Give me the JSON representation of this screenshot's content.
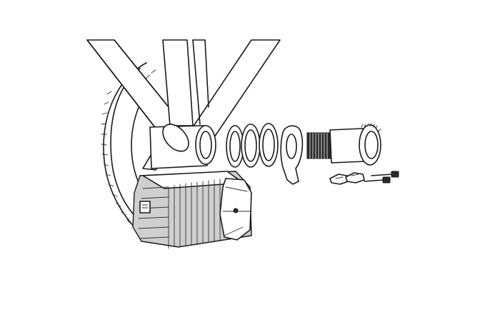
{
  "figure": {
    "kind": "exploded-view line drawing",
    "colors": {
      "stroke": "#1a1a1a",
      "fill_light": "#ffffff",
      "fill_shade": "#cfcfcf",
      "fill_dark": "#2a2a2a"
    },
    "parts": [
      "bicycle-frame",
      "chainring",
      "motor-unit",
      "bottom-bracket-shell",
      "spacer-ring",
      "spacer-ring",
      "spacer-ring",
      "mounting-bracket-plate",
      "bottom-bracket-cup",
      "mounting-clips",
      "mounting-bolts"
    ]
  }
}
